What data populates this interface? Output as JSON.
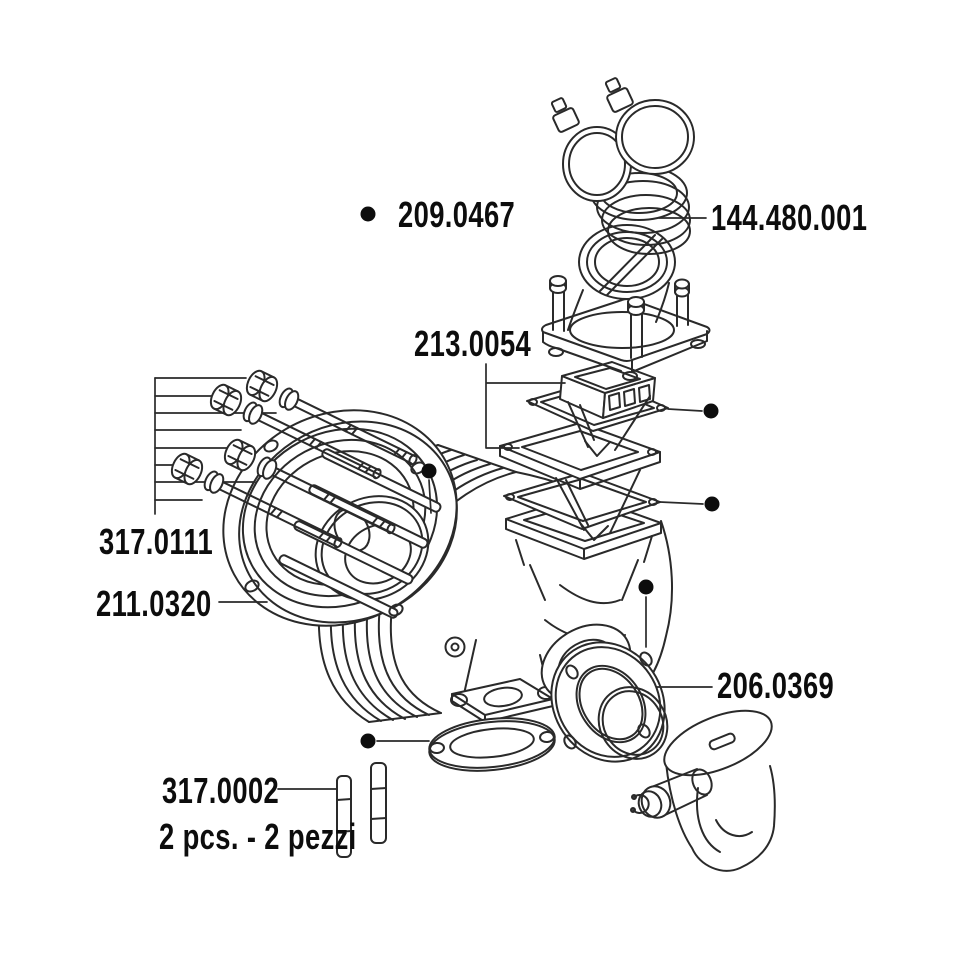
{
  "colors": {
    "background": "#ffffff",
    "line": "#2a2a2a",
    "text": "#0d0d0d",
    "bullet": "#0d0d0d"
  },
  "diagram_type": "exploded-parts-diagram",
  "parts": [
    {
      "number": "209.0467",
      "marker": "bullet"
    },
    {
      "number": "144.480.001"
    },
    {
      "number": "213.0054"
    },
    {
      "number": "317.0111"
    },
    {
      "number": "211.0320"
    },
    {
      "number": "206.0369"
    },
    {
      "number": "317.0002",
      "quantity_note": "2 pcs. - 2 pezzi"
    }
  ],
  "drawing_components": [
    "hose-clamps",
    "rubber-intake-sleeve",
    "intake-manifold",
    "reed-valve-block-and-gaskets",
    "cylinder-head",
    "head-nuts-and-washers",
    "cylinder-barrel",
    "exhaust-flange-gasket",
    "base-gasket",
    "o-ring",
    "piston-with-pin-and-circlip",
    "mounting-studs"
  ]
}
